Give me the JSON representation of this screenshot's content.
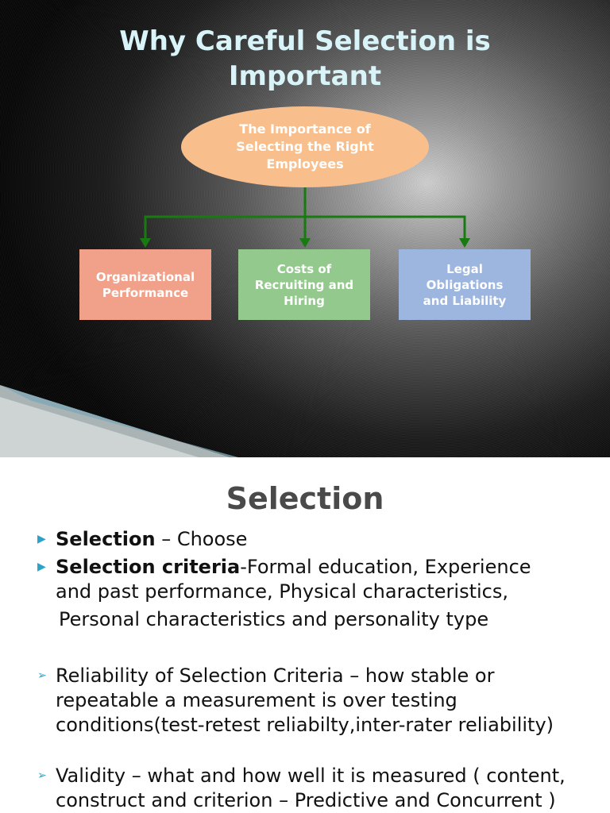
{
  "slide1": {
    "title_line1": "Why Careful Selection is",
    "title_line2": "Important",
    "diagram": {
      "root": {
        "line1": "The Importance of",
        "line2": "Selecting the Right",
        "line3": "Employees"
      },
      "children": [
        {
          "line1": "Organizational",
          "line2": "Performance",
          "line3": ""
        },
        {
          "line1": "Costs of",
          "line2": "Recruiting and",
          "line3": "Hiring"
        },
        {
          "line1": "Legal",
          "line2": "Obligations",
          "line3": "and Liability"
        }
      ]
    },
    "colors": {
      "oval": "#f8bf8c",
      "organizational": "#f1a189",
      "costs": "#93c98c",
      "legal": "#9cb6df",
      "connector": "#1a7a12",
      "title": "#d8f4f8"
    }
  },
  "slide2": {
    "title": "Selection",
    "bullets": [
      {
        "icon": "triangle-bullet-icon",
        "bold": "Selection",
        "text": " – Choose"
      },
      {
        "icon": "triangle-bullet-icon",
        "bold": "Selection criteria",
        "text": "-Formal education, Experience",
        "text2": "and past performance, Physical characteristics,",
        "text3": "Personal characteristics and personality type"
      },
      {
        "icon": "arrow-bullet-icon",
        "text": "Reliability of Selection Criteria – how stable or",
        "text2": "repeatable a measurement is over testing",
        "text3": "conditions(test-retest reliabilty,inter-rater reliability)"
      },
      {
        "icon": "arrow-bullet-icon",
        "text": "Validity – what and how well it is measured ( content,",
        "text2": "construct and criterion – Predictive and Concurrent )"
      }
    ],
    "colors": {
      "title": "#4a4a4a",
      "bullet": "#2ba3c8"
    }
  }
}
